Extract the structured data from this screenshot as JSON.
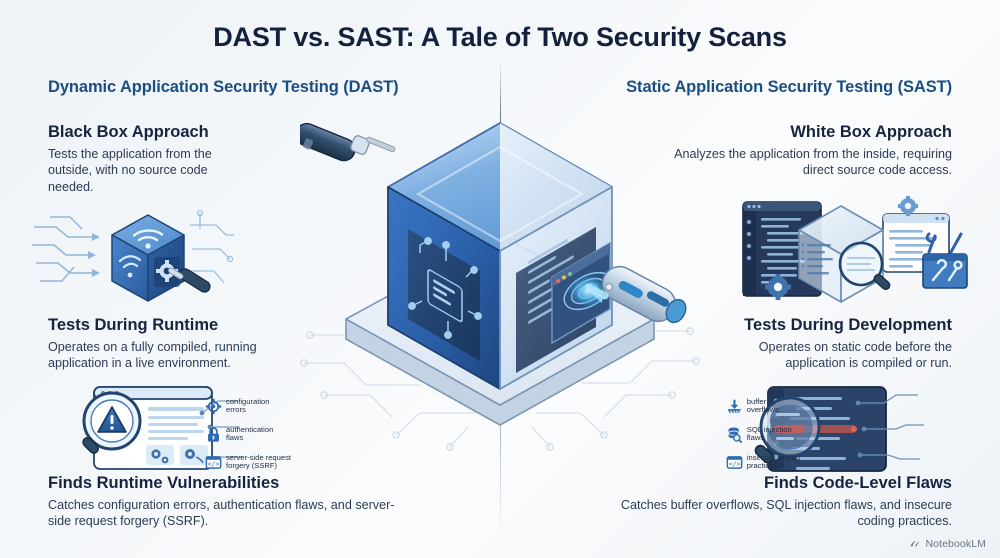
{
  "title": {
    "accent": "DAST vs. SAST:",
    "rest": " A Tale of Two Security Scans"
  },
  "columns": {
    "left": {
      "subtitle": "Dynamic Application Security Testing (DAST)",
      "blocks": [
        {
          "heading": "Black Box Approach",
          "body": "Tests the application from the outside, with no source code needed."
        },
        {
          "heading": "Tests During Runtime",
          "body": "Operates on a fully compiled, running application in a live environment."
        },
        {
          "heading": "Finds Runtime Vulnerabilities",
          "body": "Catches configuration errors, authentication flaws, and server-side request forgery (SSRF)."
        }
      ],
      "annotations": [
        {
          "icon": "gear-icon",
          "line1": "configuration",
          "line2": "errors"
        },
        {
          "icon": "lock-icon",
          "line1": "authentication",
          "line2": "flaws"
        },
        {
          "icon": "code-window-icon",
          "line1": "server-side request",
          "line2": "forgery (SSRF)"
        }
      ],
      "illustrations": [
        "wifi-cube-screwdriver-illustration",
        "browser-window-magnifier-warning-illustration"
      ]
    },
    "right": {
      "subtitle": "Static Application Security Testing (SAST)",
      "blocks": [
        {
          "heading": "White Box Approach",
          "body": "Analyzes the application from the inside, requiring direct source code access."
        },
        {
          "heading": "Tests During Development",
          "body": "Operates on static code before the application is compiled or run."
        },
        {
          "heading": "Finds Code-Level Flaws",
          "body": "Catches buffer overflows, SQL injection flaws, and insecure coding practices."
        }
      ],
      "annotations": [
        {
          "icon": "download-overflow-icon",
          "line1": "buffer",
          "line2": "overflows"
        },
        {
          "icon": "database-magnifier-icon",
          "line1": "SQL injection",
          "line2": "flaws"
        },
        {
          "icon": "code-window-icon",
          "line1": "insecure coding",
          "line2": "practices"
        }
      ],
      "illustrations": [
        "transparent-cube-code-toolbox-illustration",
        "dark-code-editor-magnifier-illustration"
      ]
    }
  },
  "hero": {
    "name": "split-isometric-security-cube",
    "left_face": "opaque-blue-chip-circuit-face",
    "right_face": "translucent-glass-code-window-face",
    "left_tool": "screwdriver-probe",
    "right_tool": "laser-scanner-probe"
  },
  "watermark": {
    "label": "NotebookLM"
  },
  "colors": {
    "title_accent": "#1565c0",
    "title_dark": "#14213d",
    "subtitle": "#1b4f81",
    "heading": "#16243f",
    "body": "#2c3c55",
    "cube_blue": "#2f6fc0",
    "cube_dark": "#1d3f6e",
    "glass": "#cfe0f2",
    "background_start": "#eef3f8",
    "background_end": "#fbfcfd"
  }
}
